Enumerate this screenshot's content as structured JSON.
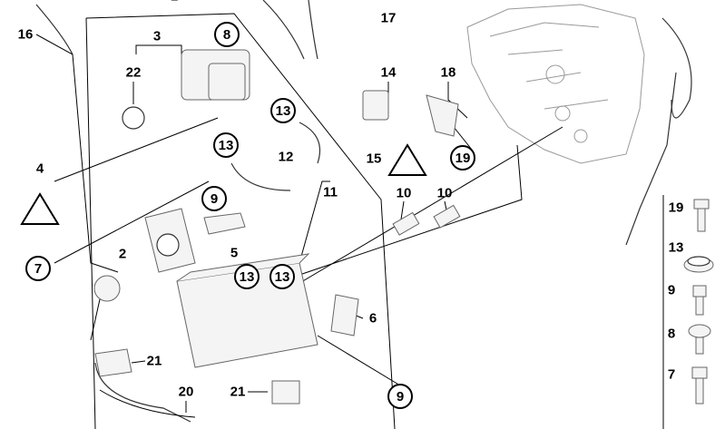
{
  "diagram": {
    "title_partial": "1",
    "labels": [
      "16",
      "17",
      "3",
      "8",
      "22",
      "14",
      "18",
      "13",
      "13",
      "12",
      "11",
      "4",
      "15",
      "19",
      "9",
      "10",
      "10",
      "5",
      "2",
      "7",
      "13",
      "13",
      "6",
      "21",
      "9",
      "20",
      "21"
    ],
    "legend": [
      "19",
      "13",
      "9",
      "8",
      "7"
    ]
  }
}
